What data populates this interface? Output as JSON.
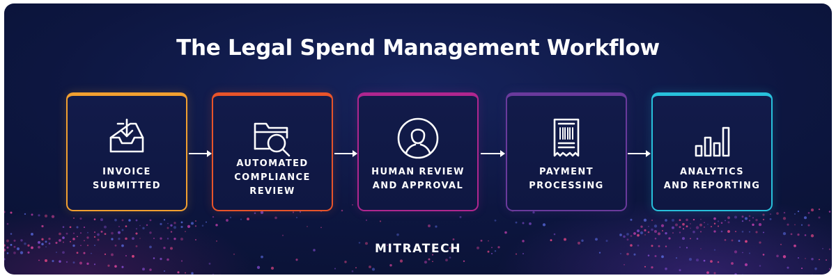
{
  "title": "The Legal Spend Management Workflow",
  "steps": [
    {
      "label": "INVOICE\nSUBMITTED",
      "icon": "inbox-download-icon",
      "color": "#f2a030"
    },
    {
      "label": "AUTOMATED\nCOMPLIANCE\nREVIEW",
      "icon": "folder-search-icon",
      "color": "#e8542a"
    },
    {
      "label": "HUMAN REVIEW\nAND APPROVAL",
      "icon": "person-icon",
      "color": "#b0268f"
    },
    {
      "label": "PAYMENT\nPROCESSING",
      "icon": "receipt-icon",
      "color": "#6a3a9c"
    },
    {
      "label": "ANALYTICS\nAND REPORTING",
      "icon": "bar-chart-icon",
      "color": "#28c1dc"
    }
  ],
  "logo": "MITRATECH"
}
